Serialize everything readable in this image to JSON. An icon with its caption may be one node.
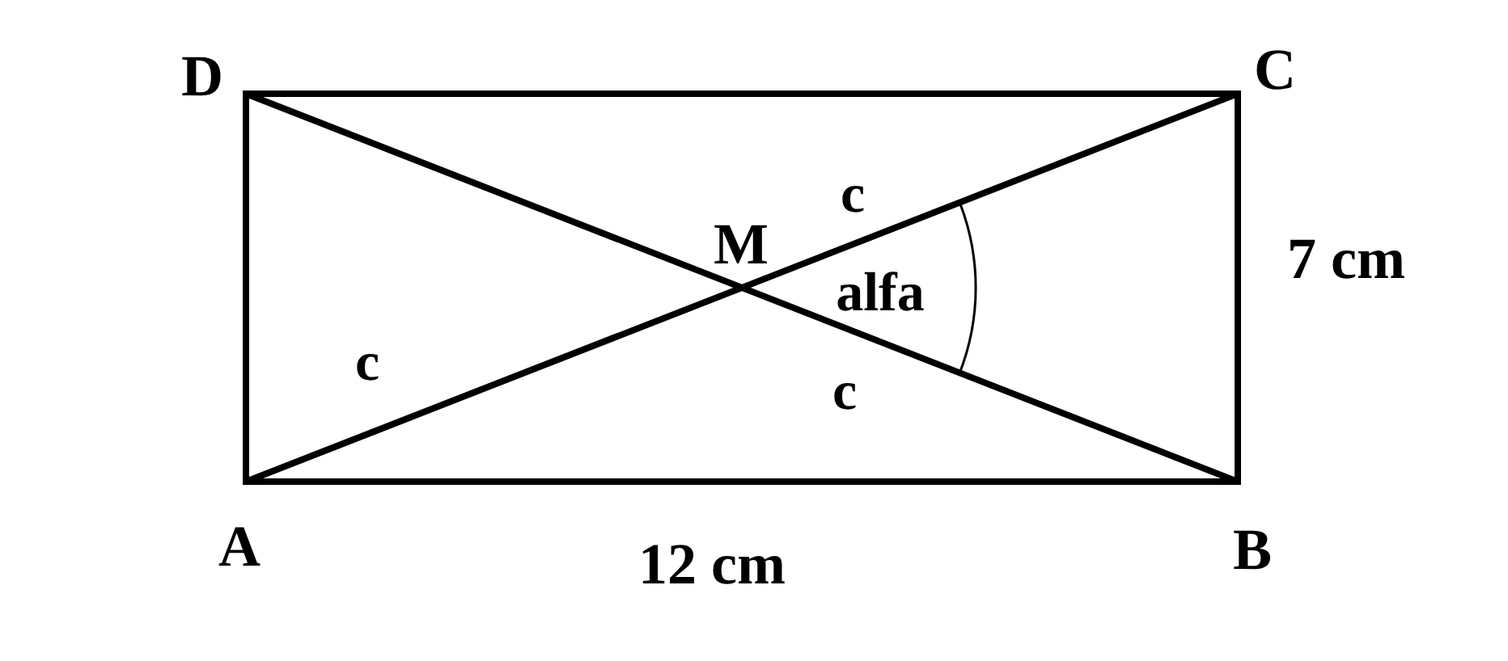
{
  "diagram": {
    "labels": [
      "D",
      "C",
      "M",
      "c",
      "7 cm",
      "alfa",
      "c",
      "c",
      "A",
      "12 cm",
      "B"
    ]
  }
}
